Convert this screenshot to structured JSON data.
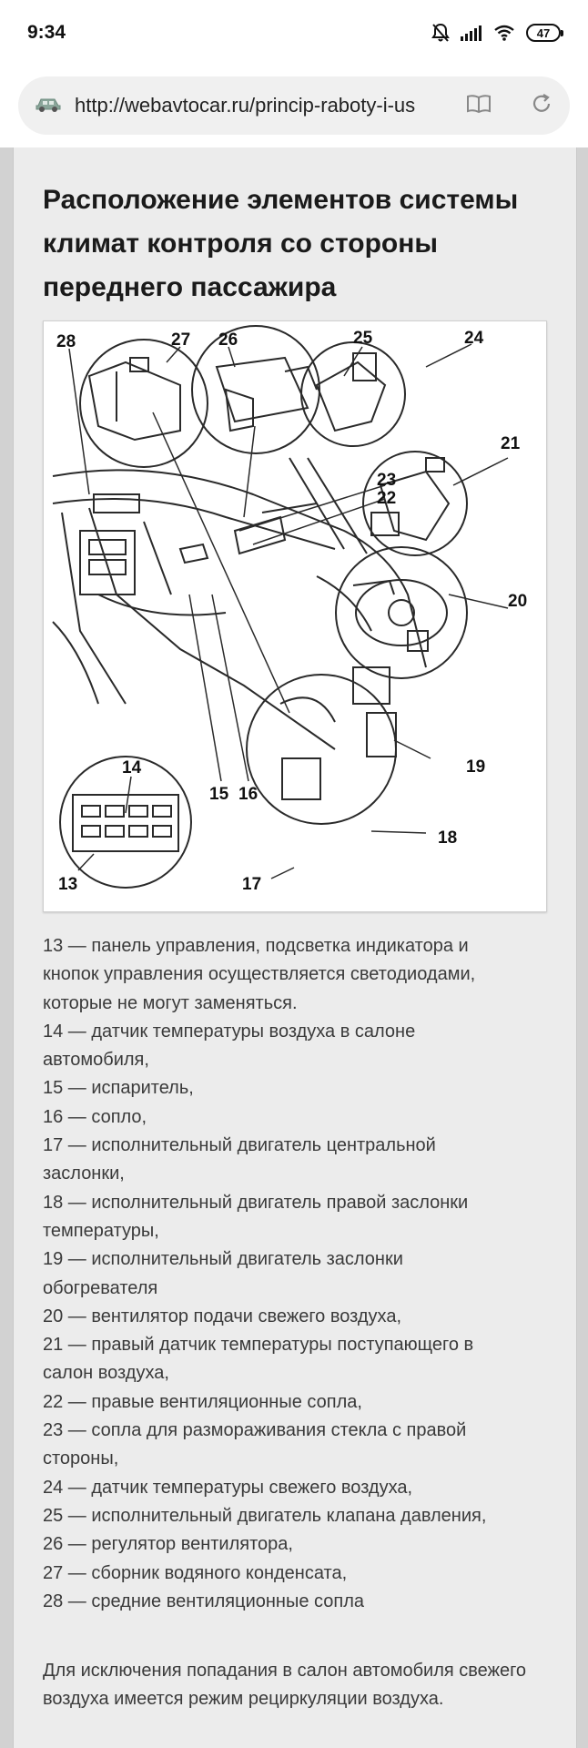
{
  "status": {
    "time": "9:34",
    "battery": "47",
    "icons": [
      "bell-muted-icon",
      "signal-icon",
      "wifi-icon",
      "battery-icon"
    ]
  },
  "browser": {
    "url": "http://webavtocar.ru/princip-raboty-i-us",
    "icons": [
      "site-car-icon",
      "reader-mode-icon",
      "reload-icon"
    ]
  },
  "article": {
    "title": "Расположение элементов системы климат контроля со стороны переднего пассажира",
    "figure": {
      "labels": [
        "28",
        "27",
        "26",
        "25",
        "24",
        "21",
        "23",
        "22",
        "20",
        "19",
        "18",
        "17",
        "14",
        "13",
        "15",
        "16"
      ]
    },
    "legend": [
      "13 — панель управления, подсветка индикатора и",
      "кнопок управления осуществляется светодиодами,",
      "которые не могут заменяться.",
      "14 — датчик температуры воздуха в салоне",
      "автомобиля,",
      "15 — испаритель,",
      "16 — сопло,",
      "17 — исполнительный двигатель центральной",
      "заслонки,",
      "18 — исполнительный двигатель правой заслонки",
      "температуры,",
      "19 — исполнительный двигатель заслонки",
      "обогревателя",
      "20 — вентилятор подачи свежего воздуха,",
      "21 — правый датчик температуры поступающего в",
      "салон воздуха,",
      "22 — правые вентиляционные сопла,",
      "23 — сопла для размораживания стекла с правой",
      "стороны,",
      "24 — датчик температуры свежего воздуха,",
      "25 — исполнительный двигатель клапана давления,",
      "26 — регулятор вентилятора,",
      "27 — сборник водяного конденсата,",
      "28 — средние вентиляционные сопла"
    ],
    "paragraph": "Для исключения попадания в салон автомобиля свежего воздуха имеется режим рециркуляции воздуха."
  },
  "colors": {
    "background": "#d2d2d2",
    "card": "#ececec",
    "text": "#3a3a3a",
    "heading": "#1a1a1a"
  }
}
